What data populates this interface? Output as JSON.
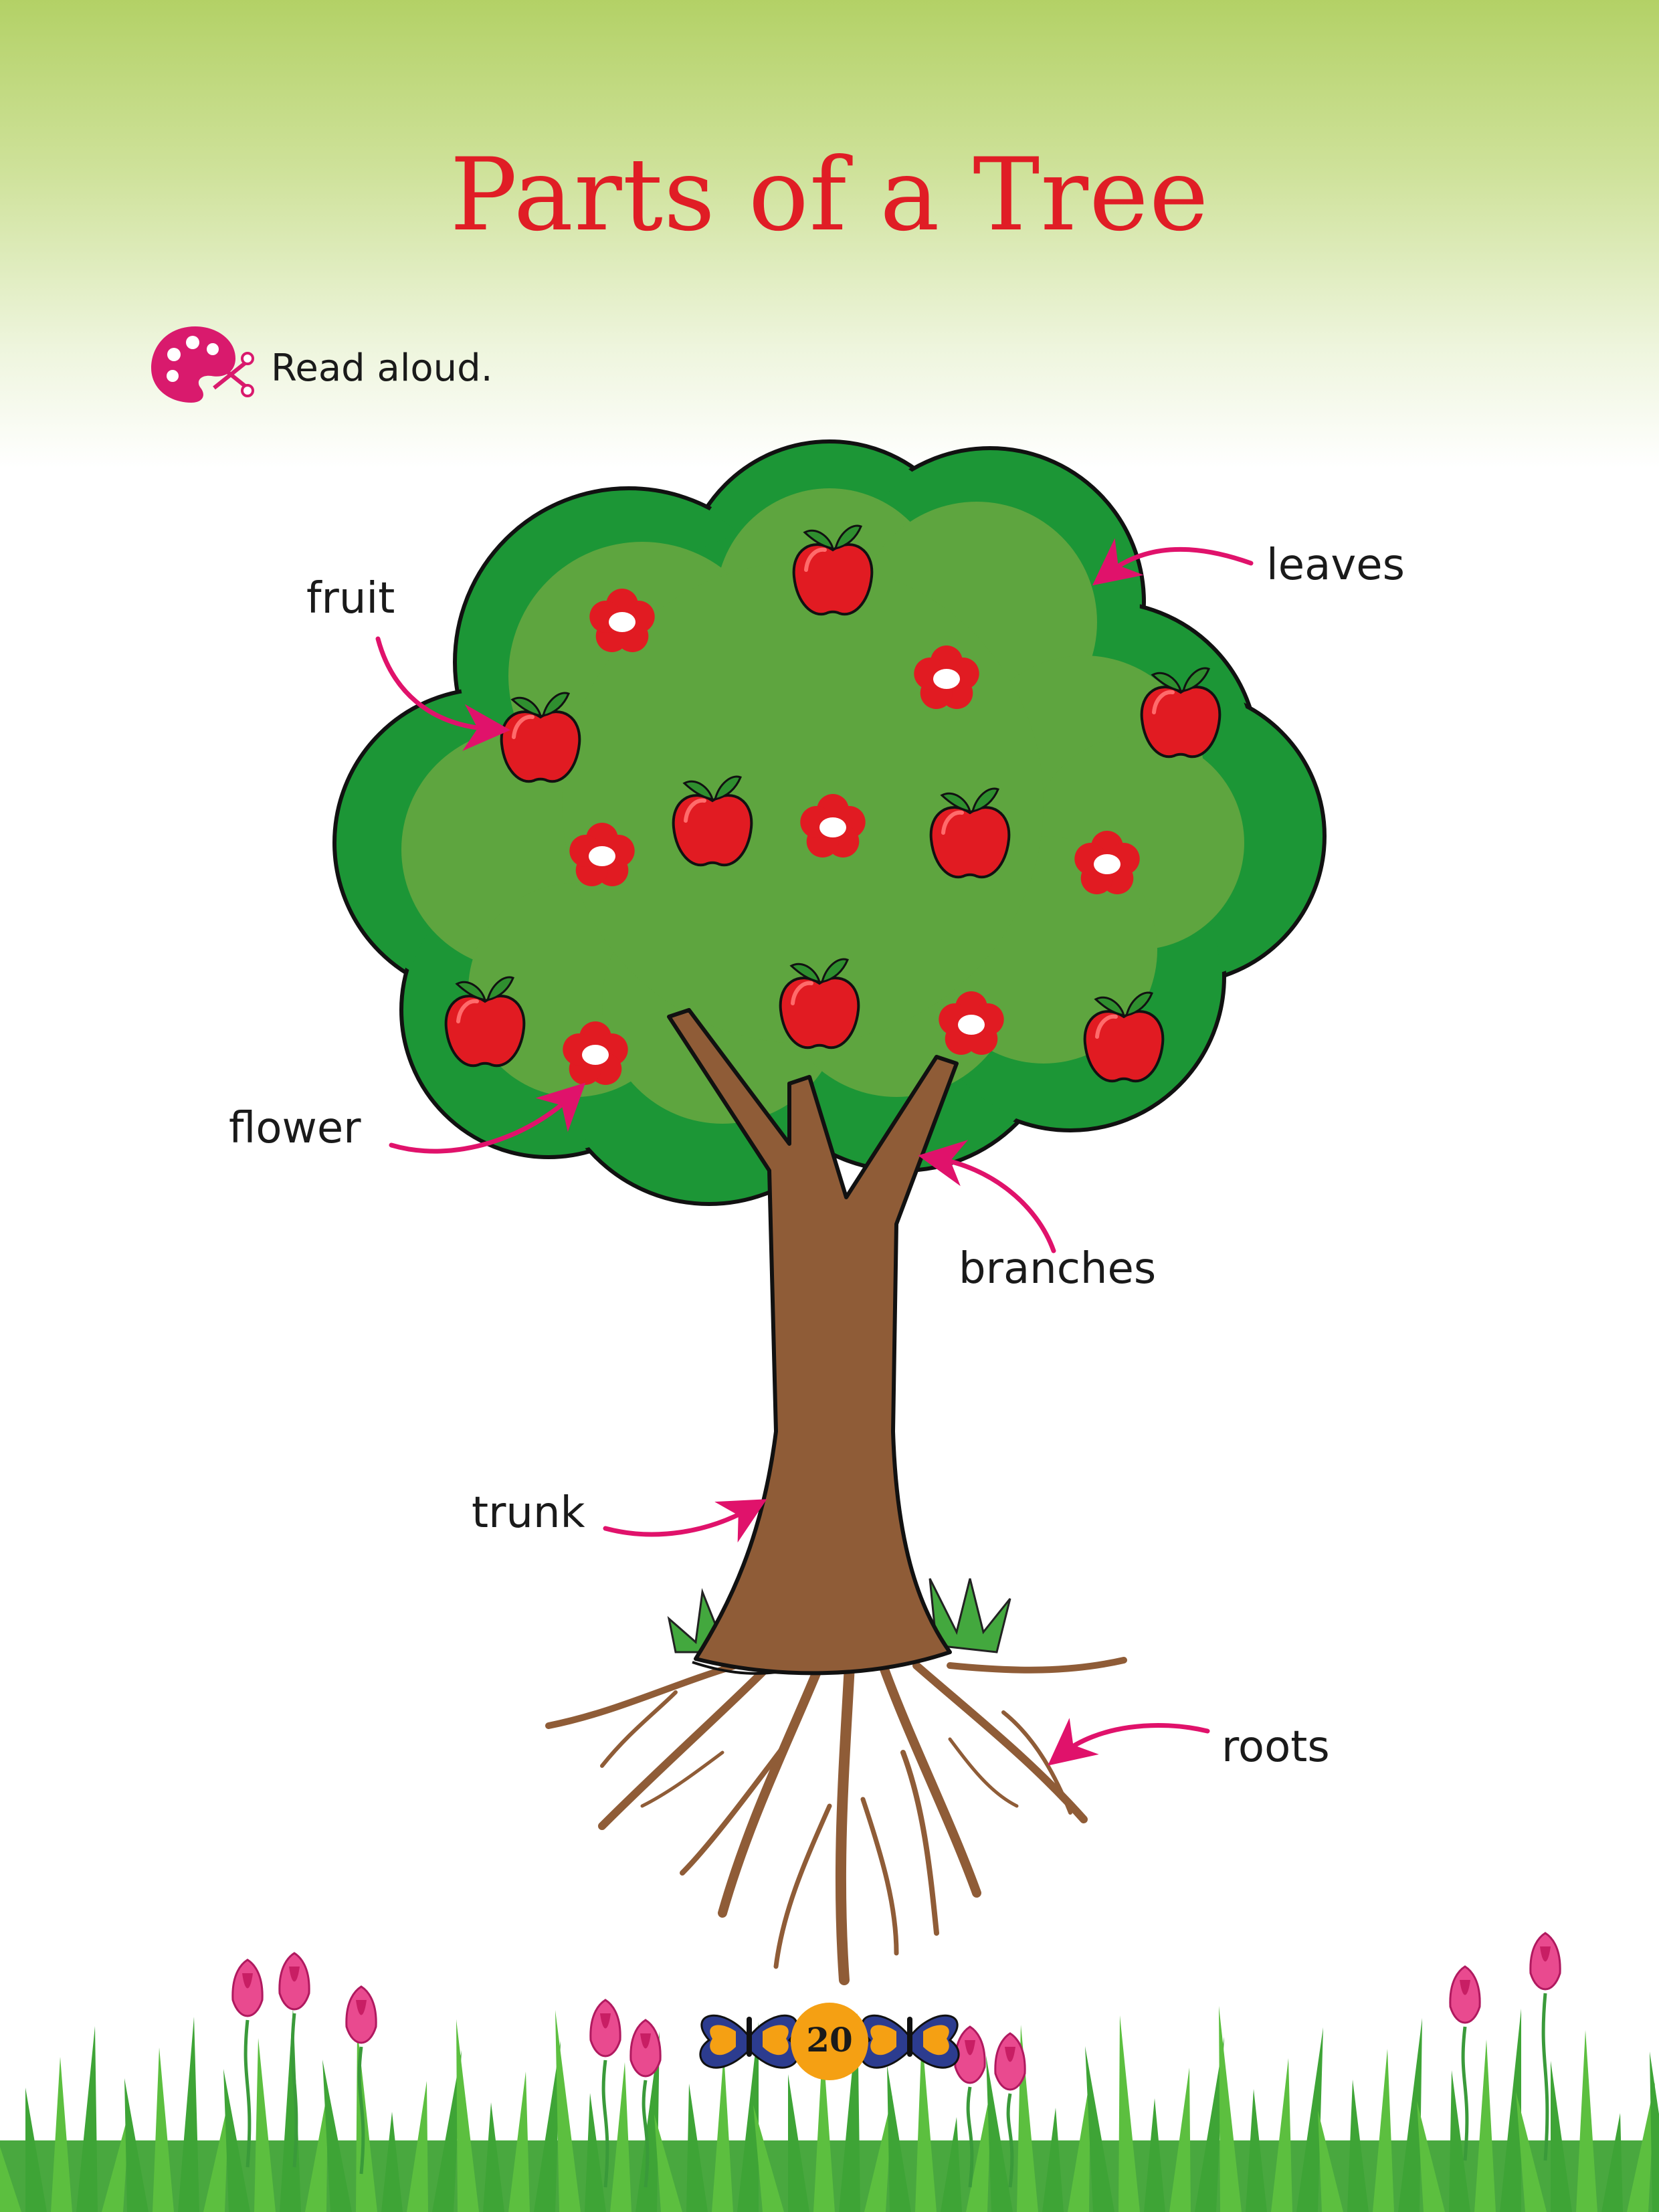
{
  "title": "Parts of a Tree",
  "instruction": {
    "icon": "palette-scissors-icon",
    "text": "Read aloud."
  },
  "labels": {
    "leaves": "leaves",
    "fruit": "fruit",
    "flower": "flower",
    "branches": "branches",
    "trunk": "trunk",
    "roots": "roots"
  },
  "page_number": "20",
  "colors": {
    "title": "#e01d25",
    "arrow": "#e0126b",
    "leaf_dark": "#1c9636",
    "leaf_light": "#5ea53f",
    "trunk": "#8f5c37",
    "apple": "#e11b22",
    "page_circle": "#f5a013"
  }
}
